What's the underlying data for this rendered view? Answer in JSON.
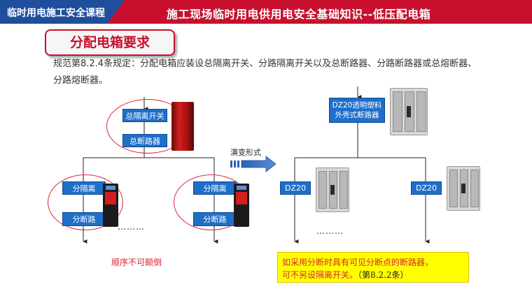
{
  "header": {
    "course": "临时用电施工安全课程",
    "title": "施工现场临时用电供用电安全基础知识--低压配电箱"
  },
  "section_title": "分配电箱要求",
  "description": "规范第8.2.4条规定：分配电箱应装设总隔离开关、分路隔离开关以及总断路器、分路断路器或总熔断器、分路熔断器。",
  "left_diagram": {
    "main_isolation": "总隔离开关",
    "main_breaker": "总断路器",
    "branch_isolation": "分隔离",
    "branch_breaker": "分断路",
    "dots": "………",
    "note": "顺序不可颠倒"
  },
  "evolution_label": "演变形式",
  "right_diagram": {
    "main_breaker_line1": "DZ20透明塑料",
    "main_breaker_line2": "外壳式断路器",
    "branch_breaker": "DZ20",
    "dots": "………"
  },
  "note_box": {
    "line1": "如采用分断时具有可见分断点的断路器，",
    "line2_red": "可不另设隔离开关。",
    "line2_black": "（第8.2.2条）"
  },
  "colors": {
    "header_red": "#c8102e",
    "header_blue": "#1f4e9c",
    "box_blue": "#1f6fc9",
    "ellipse_red": "#d9253a",
    "note_yellow": "#ffff00"
  }
}
